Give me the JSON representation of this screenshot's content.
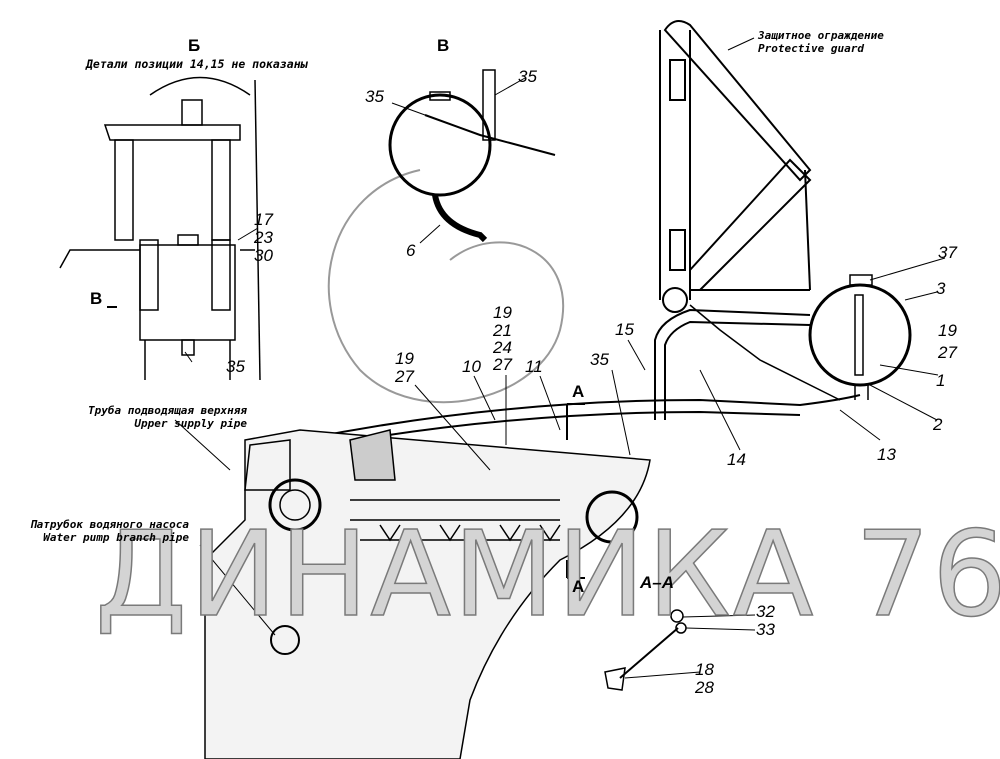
{
  "views": {
    "b_title": "Б",
    "b_note": "Детали позиции 14,15 не показаны",
    "v_title": "В",
    "v_marker": "В",
    "section_a_top": "А",
    "section_a_bottom": "А",
    "section_aa": "А–А"
  },
  "notes": {
    "guard_ru": "Защитное ограждение",
    "guard_en": "Protective guard",
    "upper_pipe_ru": "Труба подводящая верхняя",
    "upper_pipe_en": "Upper supply pipe",
    "pump_pipe_ru": "Патрубок водяного насоса",
    "pump_pipe_en": "Water pump branch pipe"
  },
  "callouts": [
    "35",
    "35",
    "6",
    "17",
    "23",
    "30",
    "35",
    "19",
    "21",
    "24",
    "27",
    "19",
    "27",
    "10",
    "11",
    "15",
    "35",
    "37",
    "3",
    "19",
    "27",
    "1",
    "2",
    "13",
    "14",
    "32",
    "33",
    "18",
    "28"
  ],
  "watermark": "ДИНАМИКА 76"
}
